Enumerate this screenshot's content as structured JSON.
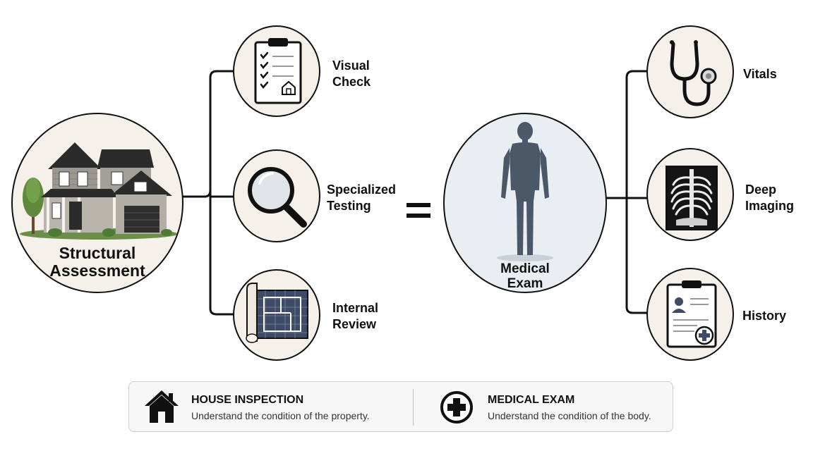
{
  "left": {
    "main_label_line1": "Structural",
    "main_label_line2": "Assessment",
    "items": [
      {
        "line1": "Visual",
        "line2": "Check",
        "icon": "clipboard-checklist-icon"
      },
      {
        "line1": "Specialized",
        "line2": "Testing",
        "icon": "magnifying-glass-icon"
      },
      {
        "line1": "Internal",
        "line2": "Review",
        "icon": "blueprint-icon"
      }
    ]
  },
  "equals_symbol": "=",
  "right": {
    "main_label_line1": "Medical",
    "main_label_line2": "Exam",
    "items": [
      {
        "line1": "Vitals",
        "line2": "",
        "icon": "stethoscope-icon"
      },
      {
        "line1": "Deep",
        "line2": "Imaging",
        "icon": "xray-ribcage-icon"
      },
      {
        "line1": "History",
        "line2": "",
        "icon": "medical-record-icon"
      }
    ]
  },
  "legend": {
    "house": {
      "title": "HOUSE INSPECTION",
      "description": "Understand the condition of the property.",
      "icon": "house-icon"
    },
    "medical": {
      "title": "MEDICAL EXAM",
      "description": "Understand the condition of the body.",
      "icon": "plus-circle-icon"
    }
  },
  "colors": {
    "outline": "#111111",
    "circle_fill": "#f5f1ea",
    "body_fill": "#4a5868",
    "blueprint": "#3e4b66",
    "legend_bg": "#f7f7f7"
  }
}
